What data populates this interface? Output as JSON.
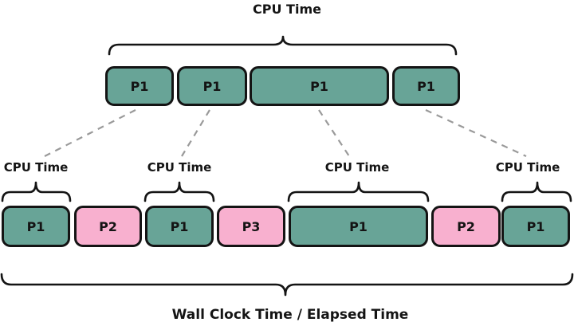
{
  "colors": {
    "process_p1_fill": "#68A497",
    "process_other_fill": "#F8B0CF",
    "outline": "#141414",
    "connector_gray": "#9a9a9a"
  },
  "top_section": {
    "brace_label": "CPU Time",
    "boxes": [
      {
        "label": "P1",
        "color": "#68A497"
      },
      {
        "label": "P1",
        "color": "#68A497"
      },
      {
        "label": "P1",
        "color": "#68A497"
      },
      {
        "label": "P1",
        "color": "#68A497"
      }
    ]
  },
  "cpu_time_labels": [
    {
      "label": "CPU Time"
    },
    {
      "label": "CPU Time"
    },
    {
      "label": "CPU Time"
    },
    {
      "label": "CPU Time"
    }
  ],
  "bottom_section": {
    "boxes": [
      {
        "label": "P1",
        "color": "#68A497"
      },
      {
        "label": "P2",
        "color": "#F8B0CF"
      },
      {
        "label": "P1",
        "color": "#68A497"
      },
      {
        "label": "P3",
        "color": "#F8B0CF"
      },
      {
        "label": "P1",
        "color": "#68A497"
      },
      {
        "label": "P2",
        "color": "#F8B0CF"
      },
      {
        "label": "P1",
        "color": "#68A497"
      }
    ],
    "brace_label": "Wall Clock Time / Elapsed Time"
  }
}
